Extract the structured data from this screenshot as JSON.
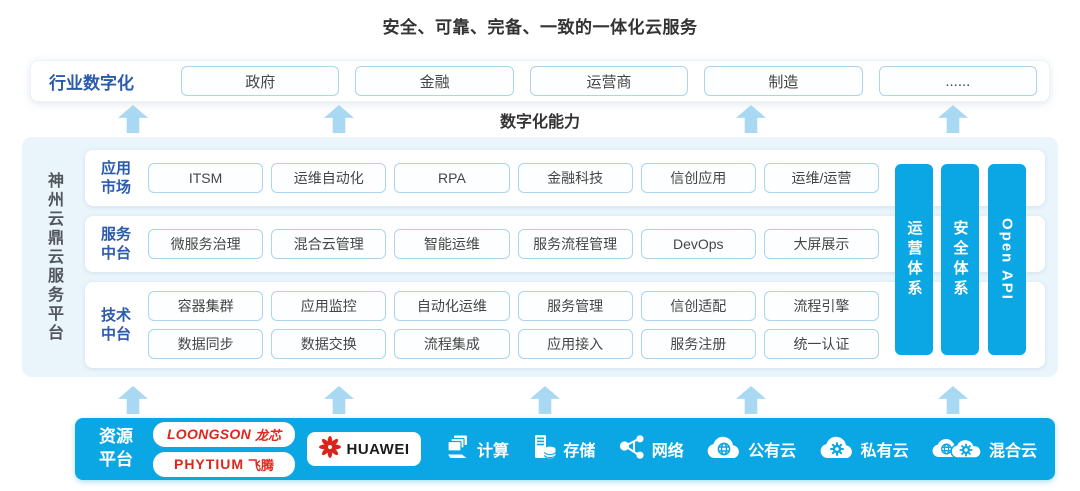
{
  "title": "安全、可靠、完备、一致的一体化云服务",
  "industry_row": {
    "label": "行业数字化",
    "items": [
      "政府",
      "金融",
      "运营商",
      "制造",
      "......"
    ]
  },
  "digital_capability_label": "数字化能力",
  "platform": {
    "name": "神州云鼎云服务平台",
    "rows": [
      {
        "label": "应用市场",
        "items": [
          "ITSM",
          "运维自动化",
          "RPA",
          "金融科技",
          "信创应用",
          "运维/运营"
        ]
      },
      {
        "label": "服务中台",
        "items": [
          "微服务治理",
          "混合云管理",
          "智能运维",
          "服务流程管理",
          "DevOps",
          "大屏展示"
        ]
      },
      {
        "label": "技术中台",
        "items_top": [
          "容器集群",
          "应用监控",
          "自动化运维",
          "服务管理",
          "信创适配",
          "流程引擎"
        ],
        "items_bottom": [
          "数据同步",
          "数据交换",
          "流程集成",
          "应用接入",
          "服务注册",
          "统一认证"
        ]
      }
    ],
    "pillars": [
      "运营体系",
      "安全体系",
      "Open API"
    ]
  },
  "resource_platform": {
    "label": "资源平台",
    "vendors": {
      "loongson": {
        "latin": "LOONGSON",
        "cjk": "龙芯"
      },
      "phytium": {
        "latin": "PHYTIUM",
        "cjk": "飞腾"
      },
      "huawei": "HUAWEI"
    },
    "resources": [
      {
        "label": "计算",
        "icon": "compute-icon"
      },
      {
        "label": "存储",
        "icon": "storage-icon"
      },
      {
        "label": "网络",
        "icon": "network-icon"
      },
      {
        "label": "公有云",
        "icon": "public-cloud-icon"
      },
      {
        "label": "私有云",
        "icon": "private-cloud-icon"
      },
      {
        "label": "混合云",
        "icon": "hybrid-cloud-icon"
      }
    ]
  },
  "colors": {
    "accent_blue": "#0ba6e4",
    "arrow_blue": "#a9d8f2",
    "platform_bg": "#e9f4fb",
    "box_border": "#a9d5ee",
    "label_blue": "#2b5bab",
    "logo_red": "#e0251b"
  }
}
